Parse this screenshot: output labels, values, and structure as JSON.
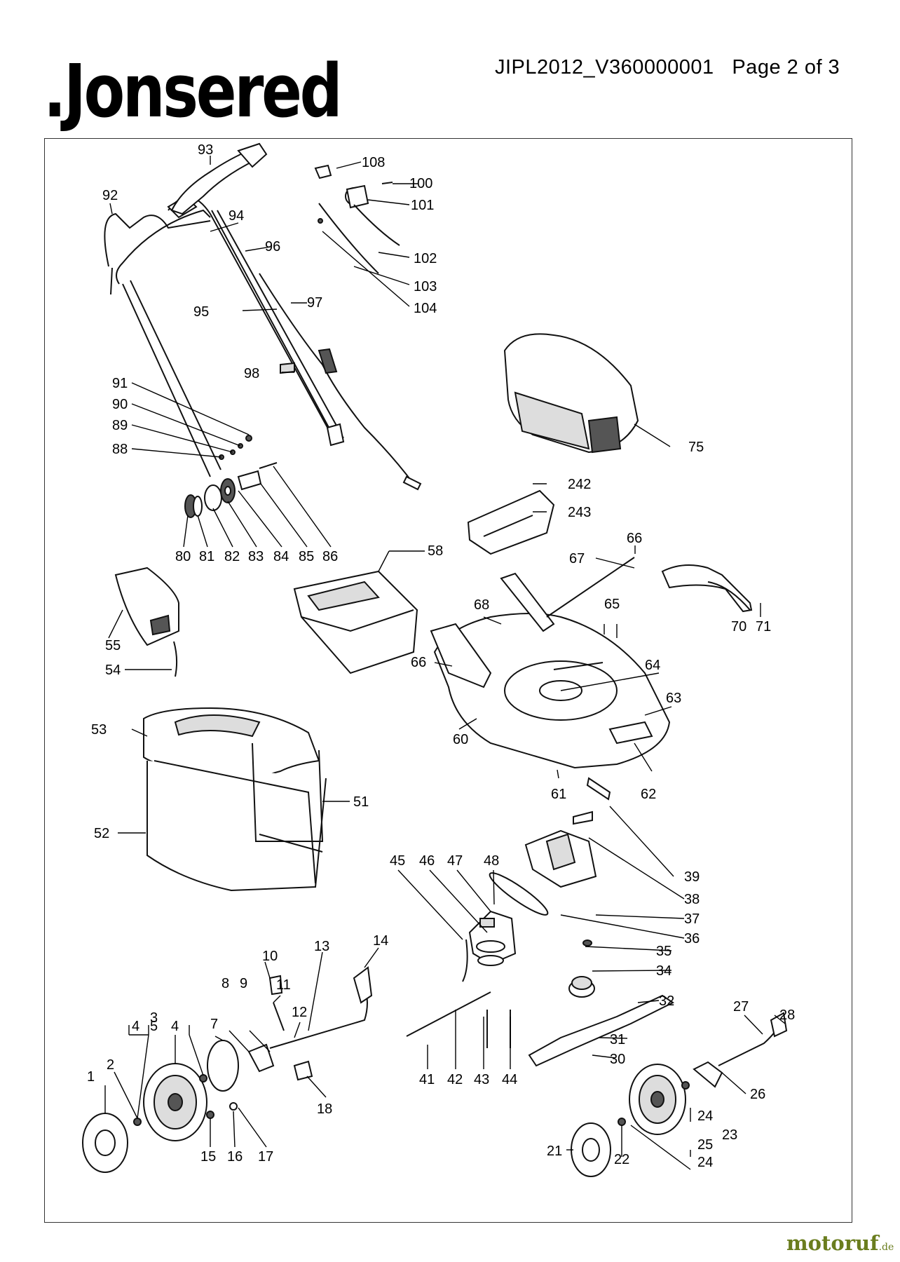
{
  "header": {
    "brand": ".Jonsered",
    "doc_id": "JIPL2012_V360000001",
    "page": "Page 2 of 3"
  },
  "watermark": {
    "text": "motoruf",
    "suffix": ".de",
    "color": "#6a7d1e"
  },
  "labels": {
    "p1": "1",
    "p2": "2",
    "p3": "3",
    "p4a": "4",
    "p5": "5",
    "p4b": "4",
    "p7": "7",
    "p8": "8",
    "p9": "9",
    "p10": "10",
    "p11": "11",
    "p12": "12",
    "p13": "13",
    "p14": "14",
    "p15": "15",
    "p16": "16",
    "p17": "17",
    "p18": "18",
    "p21": "21",
    "p22": "22",
    "p23": "23",
    "p24a": "24",
    "p24b": "24",
    "p25": "25",
    "p26": "26",
    "p27": "27",
    "p28": "28",
    "p30": "30",
    "p31": "31",
    "p32": "32",
    "p34": "34",
    "p35": "35",
    "p36": "36",
    "p37": "37",
    "p38": "38",
    "p39": "39",
    "p41": "41",
    "p42": "42",
    "p43": "43",
    "p44": "44",
    "p45": "45",
    "p46": "46",
    "p47": "47",
    "p48": "48",
    "p51": "51",
    "p52": "52",
    "p53": "53",
    "p54": "54",
    "p55": "55",
    "p58": "58",
    "p60": "60",
    "p61": "61",
    "p62": "62",
    "p63": "63",
    "p64": "64",
    "p65": "65",
    "p66a": "66",
    "p66b": "66",
    "p67": "67",
    "p68": "68",
    "p70": "70",
    "p71": "71",
    "p75": "75",
    "p80": "80",
    "p81": "81",
    "p82": "82",
    "p83": "83",
    "p84": "84",
    "p85": "85",
    "p86": "86",
    "p88": "88",
    "p89": "89",
    "p90": "90",
    "p91": "91",
    "p92": "92",
    "p93": "93",
    "p94": "94",
    "p95": "95",
    "p96": "96",
    "p97": "97",
    "p98": "98",
    "p100": "100",
    "p101": "101",
    "p102": "102",
    "p103": "103",
    "p104": "104",
    "p108": "108",
    "p242": "242",
    "p243": "243"
  }
}
